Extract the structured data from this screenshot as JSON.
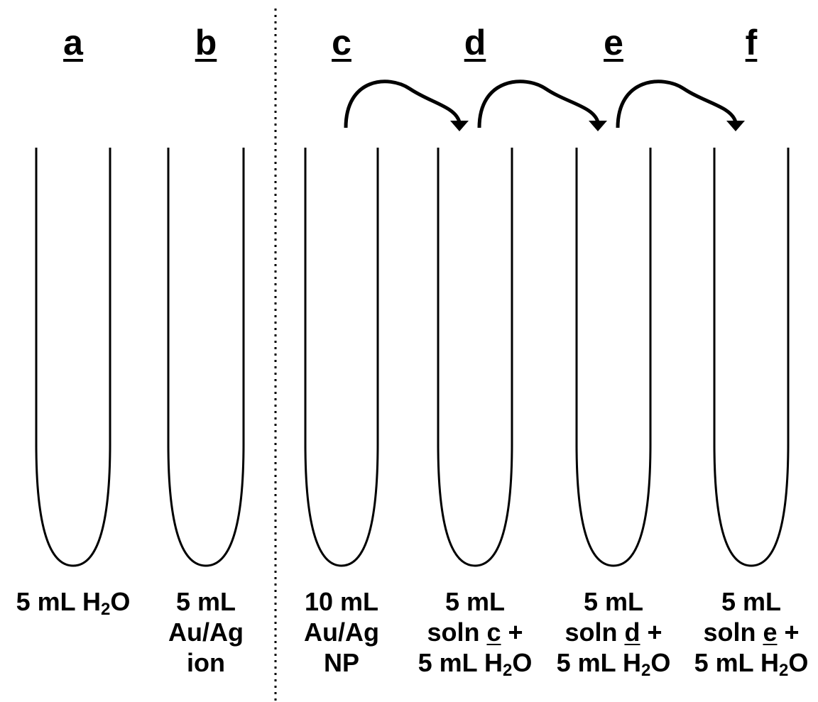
{
  "tubes": [
    {
      "letter": "a",
      "caption": [
        {
          "parts": [
            {
              "t": "5 mL H"
            },
            {
              "t": "2",
              "sub": true
            },
            {
              "t": "O"
            }
          ]
        }
      ]
    },
    {
      "letter": "b",
      "caption": [
        {
          "parts": [
            {
              "t": "5 mL"
            }
          ]
        },
        {
          "parts": [
            {
              "t": "Au/Ag"
            }
          ]
        },
        {
          "parts": [
            {
              "t": "ion"
            }
          ]
        }
      ]
    },
    {
      "letter": "c",
      "caption": [
        {
          "parts": [
            {
              "t": "10 mL"
            }
          ]
        },
        {
          "parts": [
            {
              "t": "Au/Ag"
            }
          ]
        },
        {
          "parts": [
            {
              "t": "NP"
            }
          ]
        }
      ]
    },
    {
      "letter": "d",
      "caption": [
        {
          "parts": [
            {
              "t": "5 mL"
            }
          ]
        },
        {
          "parts": [
            {
              "t": "soln "
            },
            {
              "t": "c",
              "u": true
            },
            {
              "t": " +"
            }
          ]
        },
        {
          "parts": [
            {
              "t": "5 mL H"
            },
            {
              "t": "2",
              "sub": true
            },
            {
              "t": "O"
            }
          ]
        }
      ]
    },
    {
      "letter": "e",
      "caption": [
        {
          "parts": [
            {
              "t": "5 mL"
            }
          ]
        },
        {
          "parts": [
            {
              "t": "soln "
            },
            {
              "t": "d",
              "u": true
            },
            {
              "t": " +"
            }
          ]
        },
        {
          "parts": [
            {
              "t": "5 mL H"
            },
            {
              "t": "2",
              "sub": true
            },
            {
              "t": "O"
            }
          ]
        }
      ]
    },
    {
      "letter": "f",
      "caption": [
        {
          "parts": [
            {
              "t": "5 mL"
            }
          ]
        },
        {
          "parts": [
            {
              "t": "soln "
            },
            {
              "t": "e",
              "u": true
            },
            {
              "t": " +"
            }
          ]
        },
        {
          "parts": [
            {
              "t": "5 mL H"
            },
            {
              "t": "2",
              "sub": true
            },
            {
              "t": "O"
            }
          ]
        }
      ]
    }
  ],
  "transfers": [
    {
      "from": "c",
      "to": "d"
    },
    {
      "from": "d",
      "to": "e"
    },
    {
      "from": "e",
      "to": "f"
    }
  ],
  "colors": {
    "ink": "#000000",
    "background": "#ffffff"
  }
}
